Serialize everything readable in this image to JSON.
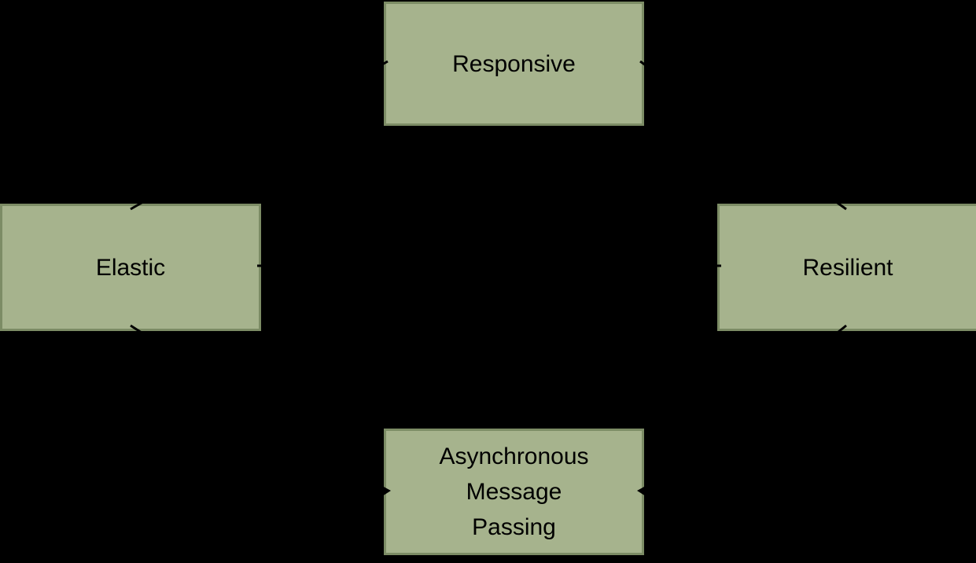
{
  "diagram": {
    "type": "flow-diagram",
    "colors": {
      "background": "#000000",
      "node_fill": "#A6B38D",
      "node_border": "#7C8C65",
      "text": "#000000",
      "connector": "#000000"
    },
    "nodes": [
      {
        "id": "responsive",
        "label": "Responsive",
        "position": "top-center"
      },
      {
        "id": "elastic",
        "label": "Elastic",
        "position": "middle-left"
      },
      {
        "id": "resilient",
        "label": "Resilient",
        "position": "middle-right"
      },
      {
        "id": "async",
        "label": "Asynchronous Message Passing",
        "position": "bottom-center"
      }
    ],
    "connectors": [
      {
        "from": "elastic",
        "to": "responsive"
      },
      {
        "from": "resilient",
        "to": "responsive"
      },
      {
        "from": "elastic",
        "to": "resilient",
        "bidirectional": true
      },
      {
        "from": "elastic",
        "to": "async"
      },
      {
        "from": "resilient",
        "to": "async"
      }
    ]
  }
}
